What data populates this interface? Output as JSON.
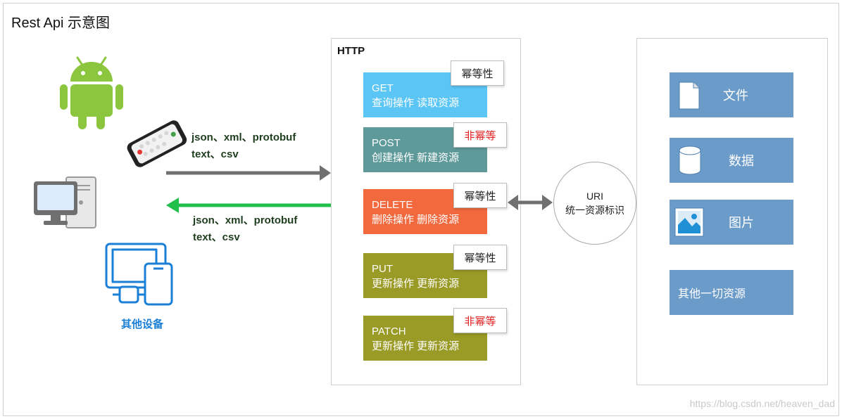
{
  "title": "Rest Api 示意图",
  "http": {
    "title": "HTTP",
    "methods": [
      {
        "name": "GET",
        "op": "查询操作 读取资源",
        "badge": "幂等性",
        "color": "#5bc6f6",
        "badge_color": "#222222"
      },
      {
        "name": "POST",
        "op": "创建操作 新建资源",
        "badge": "非幂等",
        "color": "#5f9a9a",
        "badge_color": "#e02020"
      },
      {
        "name": "DELETE",
        "op": "删除操作 删除资源",
        "badge": "幂等性",
        "color": "#f2693e",
        "badge_color": "#222222"
      },
      {
        "name": "PUT",
        "op": "更新操作 更新资源",
        "badge": "幂等性",
        "color": "#9a9a26",
        "badge_color": "#222222"
      },
      {
        "name": "PATCH",
        "op": "更新操作 更新资源",
        "badge": "非幂等",
        "color": "#9a9a26",
        "badge_color": "#e02020"
      }
    ]
  },
  "formats": {
    "request": {
      "line1": "json、xml、protobuf",
      "line2": "text、csv"
    },
    "response": {
      "line1": "json、xml、protobuf",
      "line2": "text、csv"
    }
  },
  "uri": {
    "line1": "URI",
    "line2": "统一资源标识"
  },
  "resources": [
    {
      "label": "文件",
      "icon": "file-icon"
    },
    {
      "label": "数据",
      "icon": "database-icon"
    },
    {
      "label": "图片",
      "icon": "image-icon"
    },
    {
      "label": "其他一切资源",
      "icon": ""
    }
  ],
  "devices": {
    "caption": "其他设备"
  },
  "colors": {
    "request_arrow": "#707070",
    "response_arrow": "#22c04a",
    "uri_arrow": "#707070",
    "android": "#8cc63f",
    "devices_blue": "#1a7fd6",
    "resource_blue": "#6b9bc9"
  },
  "watermark": "https://blog.csdn.net/heaven_dad"
}
